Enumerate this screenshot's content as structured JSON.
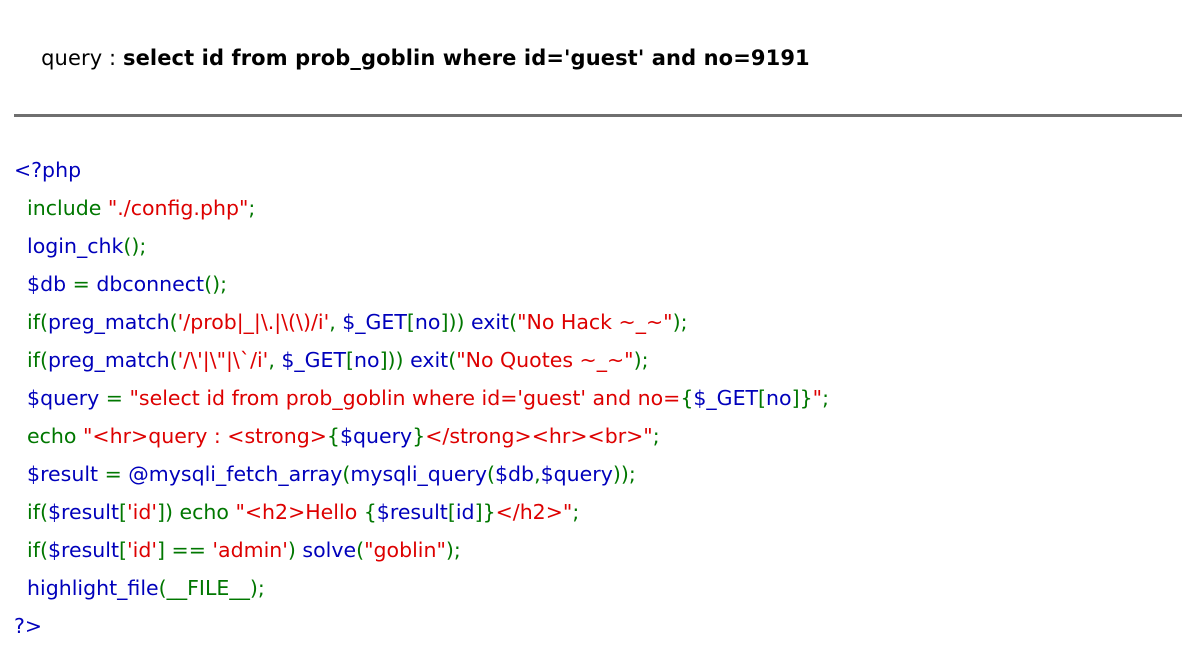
{
  "page": {
    "background": "#ffffff",
    "rule_color": "#6f6f6f"
  },
  "query_header": {
    "label": "query",
    "separator": " : ",
    "value": "select id from prob_goblin where id='guest' and no=9191",
    "full_text": "query : select id from prob_goblin where id='guest' and no=9191"
  },
  "syntax_colors": {
    "default": "#0000bb",
    "keyword": "#007700",
    "string": "#dd0000",
    "comment": "#ff8000",
    "html": "#000000"
  },
  "source": {
    "language": "php",
    "lines": [
      {
        "n": 1,
        "text": "<?php",
        "tokens": [
          {
            "t": "<?php",
            "c": "def"
          }
        ]
      },
      {
        "n": 2,
        "text": "  include \"./config.php\";",
        "tokens": [
          {
            "t": "  ",
            "c": "def"
          },
          {
            "t": "include ",
            "c": "kw"
          },
          {
            "t": "\"./config.php\"",
            "c": "str"
          },
          {
            "t": ";",
            "c": "kw"
          }
        ]
      },
      {
        "n": 3,
        "text": "  login_chk();",
        "tokens": [
          {
            "t": "  login_chk",
            "c": "def"
          },
          {
            "t": "();",
            "c": "kw"
          }
        ]
      },
      {
        "n": 4,
        "text": "  $db = dbconnect();",
        "tokens": [
          {
            "t": "  $db ",
            "c": "def"
          },
          {
            "t": "= ",
            "c": "kw"
          },
          {
            "t": "dbconnect",
            "c": "def"
          },
          {
            "t": "();",
            "c": "kw"
          }
        ]
      },
      {
        "n": 5,
        "text": "  if(preg_match('/prob|_|\\.|\\(\\)/i', $_GET[no])) exit(\"No Hack ~_~\");",
        "tokens": [
          {
            "t": "  ",
            "c": "def"
          },
          {
            "t": "if(",
            "c": "kw"
          },
          {
            "t": "preg_match",
            "c": "def"
          },
          {
            "t": "(",
            "c": "kw"
          },
          {
            "t": "'/prob|_|\\.|\\(\\)/i'",
            "c": "str"
          },
          {
            "t": ", ",
            "c": "kw"
          },
          {
            "t": "$_GET",
            "c": "def"
          },
          {
            "t": "[",
            "c": "kw"
          },
          {
            "t": "no",
            "c": "def"
          },
          {
            "t": "])) ",
            "c": "kw"
          },
          {
            "t": "exit",
            "c": "def"
          },
          {
            "t": "(",
            "c": "kw"
          },
          {
            "t": "\"No Hack ~_~\"",
            "c": "str"
          },
          {
            "t": ");",
            "c": "kw"
          }
        ]
      },
      {
        "n": 6,
        "text": "  if(preg_match('/\\'|\\\"|\\`/i', $_GET[no])) exit(\"No Quotes ~_~\");",
        "tokens": [
          {
            "t": "  ",
            "c": "def"
          },
          {
            "t": "if(",
            "c": "kw"
          },
          {
            "t": "preg_match",
            "c": "def"
          },
          {
            "t": "(",
            "c": "kw"
          },
          {
            "t": "'/\\'|\\\"|\\`/i'",
            "c": "str"
          },
          {
            "t": ", ",
            "c": "kw"
          },
          {
            "t": "$_GET",
            "c": "def"
          },
          {
            "t": "[",
            "c": "kw"
          },
          {
            "t": "no",
            "c": "def"
          },
          {
            "t": "])) ",
            "c": "kw"
          },
          {
            "t": "exit",
            "c": "def"
          },
          {
            "t": "(",
            "c": "kw"
          },
          {
            "t": "\"No Quotes ~_~\"",
            "c": "str"
          },
          {
            "t": ");",
            "c": "kw"
          }
        ]
      },
      {
        "n": 7,
        "text": "  $query = \"select id from prob_goblin where id='guest' and no={$_GET[no]}\";",
        "tokens": [
          {
            "t": "  $query ",
            "c": "def"
          },
          {
            "t": "= ",
            "c": "kw"
          },
          {
            "t": "\"select id from prob_goblin where id='guest' and no=",
            "c": "str"
          },
          {
            "t": "{",
            "c": "kw"
          },
          {
            "t": "$_GET",
            "c": "def"
          },
          {
            "t": "[",
            "c": "kw"
          },
          {
            "t": "no",
            "c": "def"
          },
          {
            "t": "]",
            "c": "kw"
          },
          {
            "t": "}",
            "c": "kw"
          },
          {
            "t": "\"",
            "c": "str"
          },
          {
            "t": ";",
            "c": "kw"
          }
        ]
      },
      {
        "n": 8,
        "text": "  echo \"<hr>query : <strong>{$query}</strong><hr><br>\";",
        "tokens": [
          {
            "t": "  ",
            "c": "def"
          },
          {
            "t": "echo ",
            "c": "kw"
          },
          {
            "t": "\"<hr>query : <strong>",
            "c": "str"
          },
          {
            "t": "{",
            "c": "kw"
          },
          {
            "t": "$query",
            "c": "def"
          },
          {
            "t": "}",
            "c": "kw"
          },
          {
            "t": "</strong><hr><br>\"",
            "c": "str"
          },
          {
            "t": ";",
            "c": "kw"
          }
        ]
      },
      {
        "n": 9,
        "text": "  $result = @mysqli_fetch_array(mysqli_query($db,$query));",
        "tokens": [
          {
            "t": "  $result ",
            "c": "def"
          },
          {
            "t": "= ",
            "c": "kw"
          },
          {
            "t": "@mysqli_fetch_array",
            "c": "def"
          },
          {
            "t": "(",
            "c": "kw"
          },
          {
            "t": "mysqli_query",
            "c": "def"
          },
          {
            "t": "(",
            "c": "kw"
          },
          {
            "t": "$db",
            "c": "def"
          },
          {
            "t": ",",
            "c": "kw"
          },
          {
            "t": "$query",
            "c": "def"
          },
          {
            "t": "));",
            "c": "kw"
          }
        ]
      },
      {
        "n": 10,
        "text": "  if($result['id']) echo \"<h2>Hello {$result[id]}</h2>\";",
        "tokens": [
          {
            "t": "  ",
            "c": "def"
          },
          {
            "t": "if(",
            "c": "kw"
          },
          {
            "t": "$result",
            "c": "def"
          },
          {
            "t": "[",
            "c": "kw"
          },
          {
            "t": "'id'",
            "c": "str"
          },
          {
            "t": "]) ",
            "c": "kw"
          },
          {
            "t": "echo ",
            "c": "kw"
          },
          {
            "t": "\"<h2>Hello ",
            "c": "str"
          },
          {
            "t": "{",
            "c": "kw"
          },
          {
            "t": "$result",
            "c": "def"
          },
          {
            "t": "[",
            "c": "kw"
          },
          {
            "t": "id",
            "c": "def"
          },
          {
            "t": "]",
            "c": "kw"
          },
          {
            "t": "}",
            "c": "kw"
          },
          {
            "t": "</h2>\"",
            "c": "str"
          },
          {
            "t": ";",
            "c": "kw"
          }
        ]
      },
      {
        "n": 11,
        "text": "  if($result['id'] == 'admin') solve(\"goblin\");",
        "tokens": [
          {
            "t": "  ",
            "c": "def"
          },
          {
            "t": "if(",
            "c": "kw"
          },
          {
            "t": "$result",
            "c": "def"
          },
          {
            "t": "[",
            "c": "kw"
          },
          {
            "t": "'id'",
            "c": "str"
          },
          {
            "t": "] == ",
            "c": "kw"
          },
          {
            "t": "'admin'",
            "c": "str"
          },
          {
            "t": ") ",
            "c": "kw"
          },
          {
            "t": "solve",
            "c": "def"
          },
          {
            "t": "(",
            "c": "kw"
          },
          {
            "t": "\"goblin\"",
            "c": "str"
          },
          {
            "t": ");",
            "c": "kw"
          }
        ]
      },
      {
        "n": 12,
        "text": "  highlight_file(__FILE__);",
        "tokens": [
          {
            "t": "  highlight_file",
            "c": "def"
          },
          {
            "t": "(",
            "c": "kw"
          },
          {
            "t": "__FILE__",
            "c": "kw"
          },
          {
            "t": ");",
            "c": "kw"
          }
        ]
      },
      {
        "n": 13,
        "text": "?>",
        "tokens": [
          {
            "t": "?>",
            "c": "def"
          }
        ]
      }
    ]
  }
}
